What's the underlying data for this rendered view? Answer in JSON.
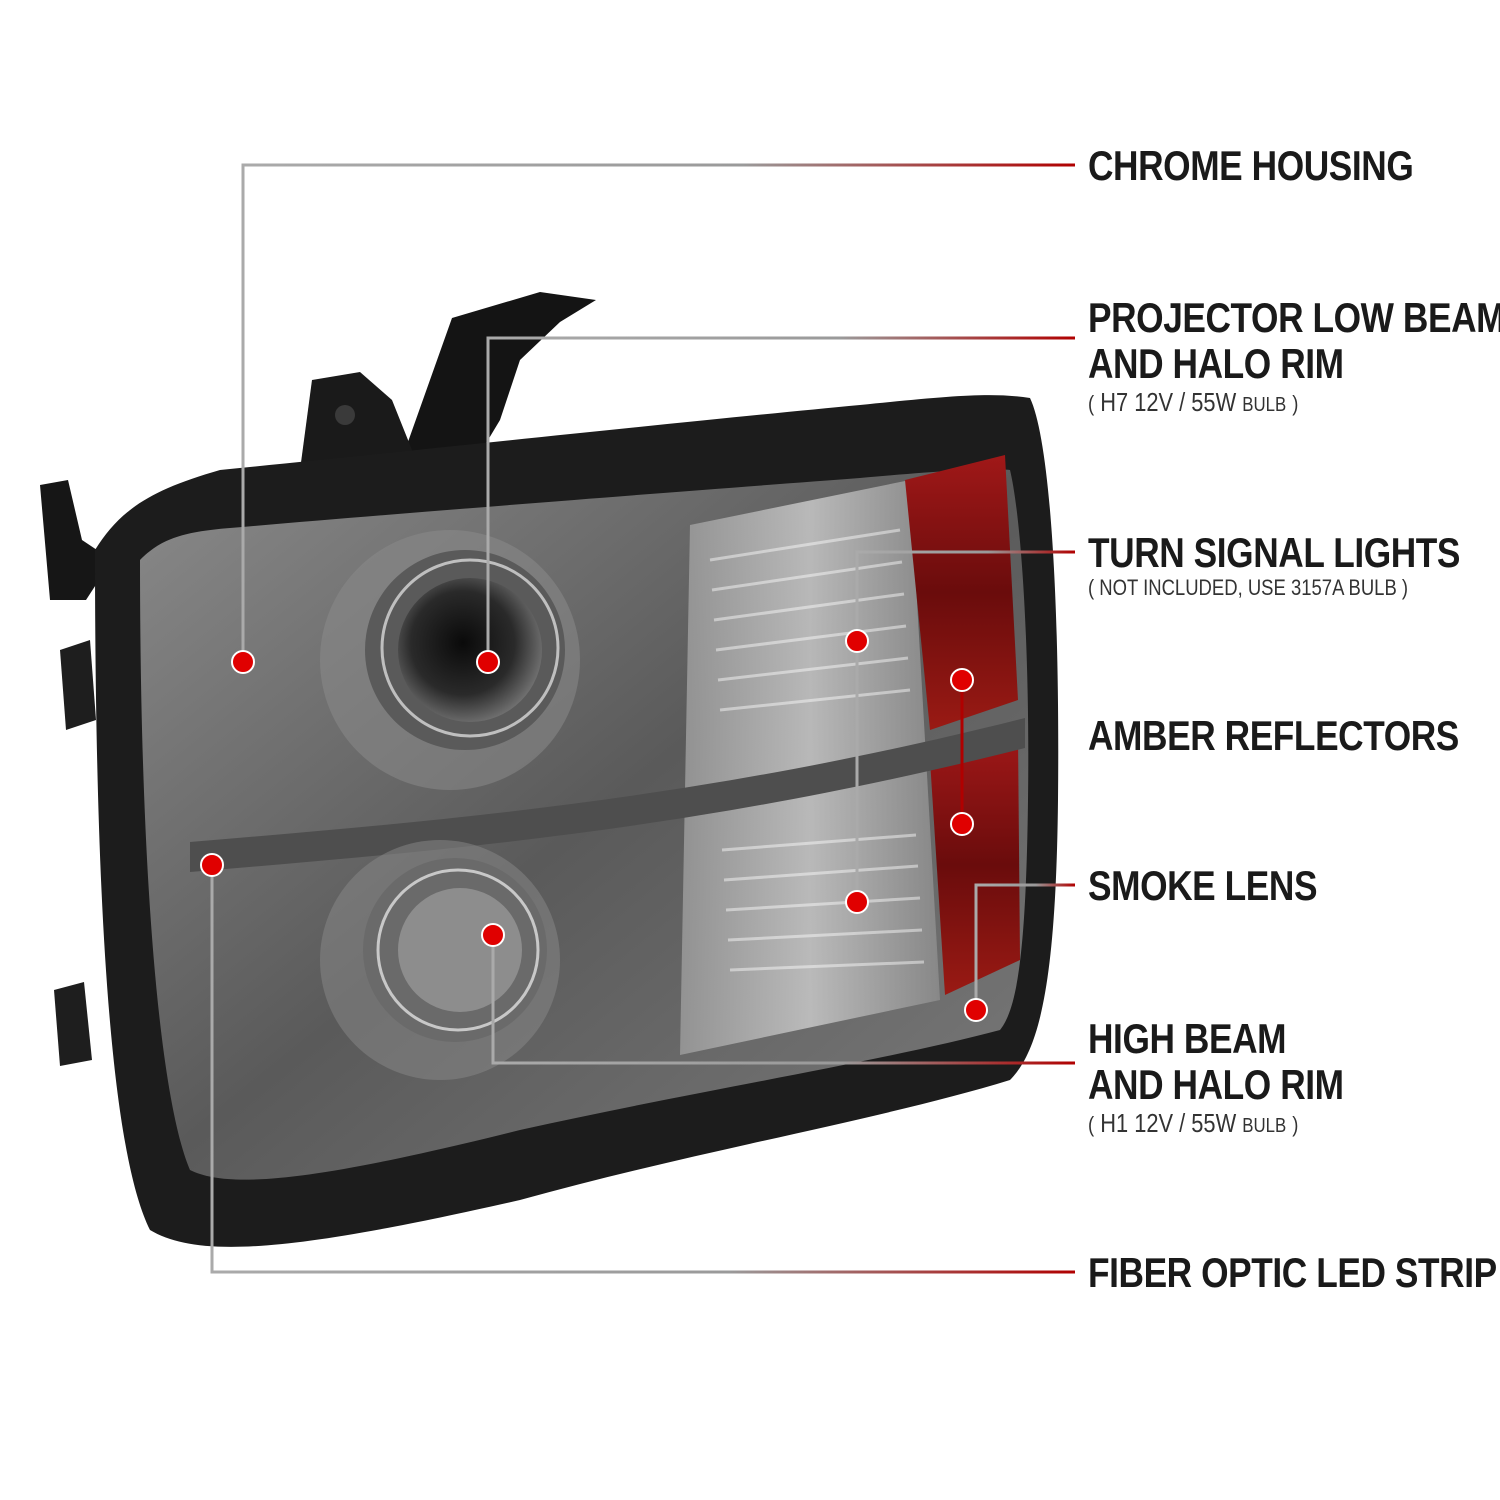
{
  "labels": {
    "chrome_housing": "CHROME HOUSING",
    "projector_low_beam": {
      "line1": "PROJECTOR LOW BEAM",
      "line2": "AND HALO RIM",
      "bulb_open": "(",
      "bulb_spec": "H7 12V / 55W",
      "bulb_word": "BULB",
      "bulb_close": ")"
    },
    "turn_signal": {
      "line1": "TURN SIGNAL LIGHTS",
      "note": "( NOT INCLUDED, USE 3157A BULB )"
    },
    "amber_reflectors": "AMBER REFLECTORS",
    "smoke_lens": "SMOKE LENS",
    "high_beam": {
      "line1": "HIGH BEAM",
      "line2": "AND HALO RIM",
      "bulb_open": "(",
      "bulb_spec": "H1 12V / 55W",
      "bulb_word": "BULB",
      "bulb_close": ")"
    },
    "fiber_optic": "FIBER OPTIC LED STRIP"
  },
  "colors": {
    "callout_dot": "#e00000",
    "leader_line": "#9a9a9a",
    "leader_accent": "#b00000",
    "housing_dark": "#1c1c1c",
    "lens_smoke": "#6a6a6a",
    "amber_lens": "#8a1010"
  }
}
